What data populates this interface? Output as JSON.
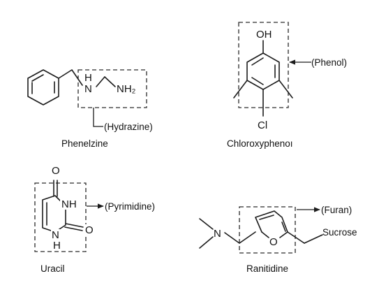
{
  "molecules": {
    "phenelzine": {
      "name": "Phenelzine",
      "group": "(Hydrazine)",
      "atoms": {
        "nh": "H",
        "n": "N",
        "nh2": "NH₂"
      }
    },
    "chloroxyphenol": {
      "name": "Chloroxyphenoı",
      "group": "(Phenol)",
      "atoms": {
        "oh": "OH",
        "cl": "Cl"
      }
    },
    "uracil": {
      "name": "Uracil",
      "group": "(Pyrimidine)",
      "atoms": {
        "o_top": "O",
        "nh_top": "NH",
        "h_bottom": "H",
        "n_bottom": "N",
        "o_right": "O"
      }
    },
    "ranitidine": {
      "name": "Ranitidine",
      "group": "(Furan)",
      "atoms": {
        "n": "N",
        "o": "O",
        "sucrose": "Sucrose"
      }
    }
  }
}
